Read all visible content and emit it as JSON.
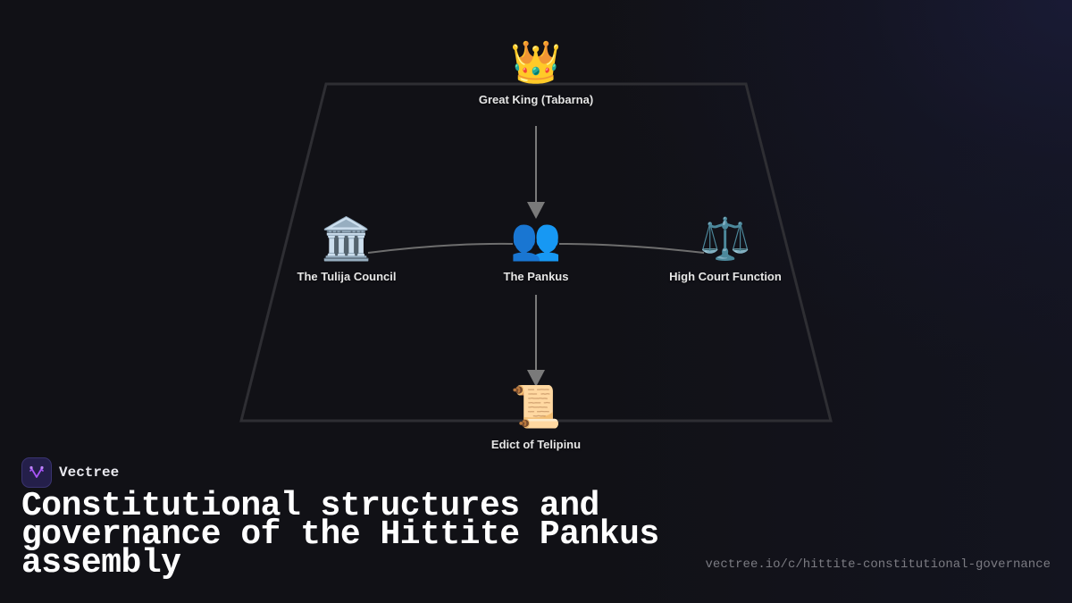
{
  "brand": {
    "name": "Vectree",
    "logo_icon": "vectree-fork-logo-icon",
    "logo_color": "#a855f7",
    "logo_bg": "#241f4a"
  },
  "title": "Constitutional structures and governance of the Hittite Pankus assembly",
  "url": "vectree.io/c/hittite-constitutional-governance",
  "diagram": {
    "frame_shape": "trapezoid",
    "frame_color": "#2e2e33",
    "connector_color": "#7a7a7a",
    "nodes": [
      {
        "id": "king",
        "label": "Great King (Tabarna)",
        "icon": "crown-icon",
        "glyph": "👑"
      },
      {
        "id": "tulija",
        "label": "The Tulija Council",
        "icon": "classical-building-icon",
        "glyph": "🏛️"
      },
      {
        "id": "pankus",
        "label": "The Pankus",
        "icon": "people-icon",
        "glyph": "👥"
      },
      {
        "id": "court",
        "label": "High Court Function",
        "icon": "scales-icon",
        "glyph": "⚖️"
      },
      {
        "id": "edict",
        "label": "Edict of Telipinu",
        "icon": "scroll-icon",
        "glyph": "📜"
      }
    ],
    "edges": [
      {
        "from": "king",
        "to": "pankus",
        "type": "arrow"
      },
      {
        "from": "pankus",
        "to": "edict",
        "type": "arrow"
      },
      {
        "from": "tulija",
        "to": "pankus",
        "type": "line"
      },
      {
        "from": "pankus",
        "to": "court",
        "type": "line"
      }
    ]
  }
}
